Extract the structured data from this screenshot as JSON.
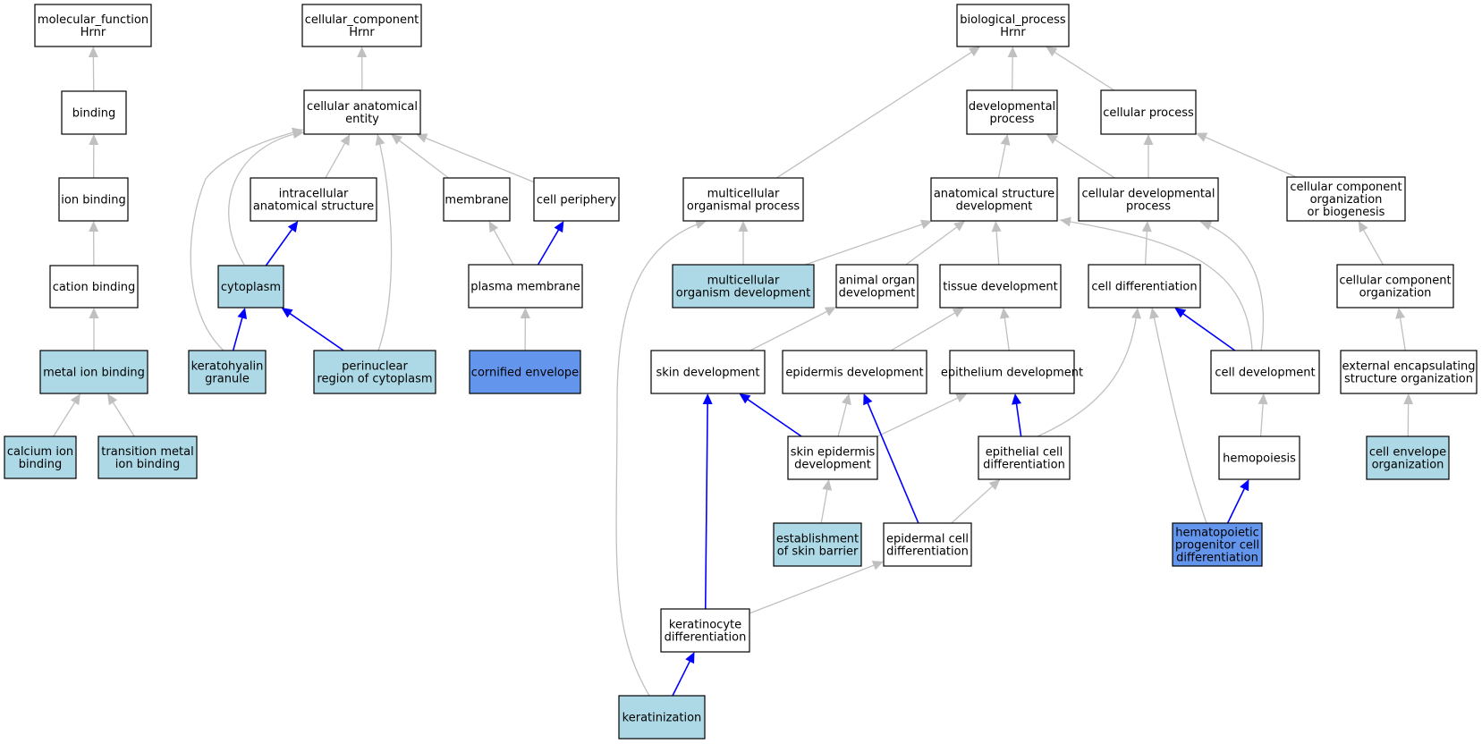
{
  "colors": {
    "plain": "#ffffff",
    "light": "#add8e6",
    "highlight": "#6495ed",
    "edge_gray": "#c0c0c0",
    "edge_blue": "#0000ff"
  },
  "nodes": [
    {
      "id": "mf",
      "lines": [
        "molecular_function",
        "Hrnr"
      ],
      "fill": "plain"
    },
    {
      "id": "binding",
      "lines": [
        "binding"
      ],
      "fill": "plain"
    },
    {
      "id": "ion_binding",
      "lines": [
        "ion binding"
      ],
      "fill": "plain"
    },
    {
      "id": "cation_binding",
      "lines": [
        "cation binding"
      ],
      "fill": "plain"
    },
    {
      "id": "metal_ion_binding",
      "lines": [
        "metal ion binding"
      ],
      "fill": "light"
    },
    {
      "id": "calcium_ion_binding",
      "lines": [
        "calcium ion",
        "binding"
      ],
      "fill": "light"
    },
    {
      "id": "transition_metal",
      "lines": [
        "transition metal",
        "ion binding"
      ],
      "fill": "light"
    },
    {
      "id": "cc",
      "lines": [
        "cellular_component",
        "Hrnr"
      ],
      "fill": "plain"
    },
    {
      "id": "cae",
      "lines": [
        "cellular anatomical",
        "entity"
      ],
      "fill": "plain"
    },
    {
      "id": "ias",
      "lines": [
        "intracellular",
        "anatomical structure"
      ],
      "fill": "plain"
    },
    {
      "id": "membrane",
      "lines": [
        "membrane"
      ],
      "fill": "plain"
    },
    {
      "id": "cell_periphery",
      "lines": [
        "cell periphery"
      ],
      "fill": "plain"
    },
    {
      "id": "cytoplasm",
      "lines": [
        "cytoplasm"
      ],
      "fill": "light"
    },
    {
      "id": "plasma_membrane",
      "lines": [
        "plasma membrane"
      ],
      "fill": "plain"
    },
    {
      "id": "keratohyalin",
      "lines": [
        "keratohyalin",
        "granule"
      ],
      "fill": "light"
    },
    {
      "id": "perinuclear",
      "lines": [
        "perinuclear",
        "region of cytoplasm"
      ],
      "fill": "light"
    },
    {
      "id": "cornified",
      "lines": [
        "cornified envelope"
      ],
      "fill": "highlight"
    },
    {
      "id": "bp",
      "lines": [
        "biological_process",
        "Hrnr"
      ],
      "fill": "plain"
    },
    {
      "id": "dev_process",
      "lines": [
        "developmental",
        "process"
      ],
      "fill": "plain"
    },
    {
      "id": "cellular_process",
      "lines": [
        "cellular process"
      ],
      "fill": "plain"
    },
    {
      "id": "multi_process",
      "lines": [
        "multicellular",
        "organismal process"
      ],
      "fill": "plain"
    },
    {
      "id": "asd",
      "lines": [
        "anatomical structure",
        "development"
      ],
      "fill": "plain"
    },
    {
      "id": "cdp",
      "lines": [
        "cellular developmental",
        "process"
      ],
      "fill": "plain"
    },
    {
      "id": "ccob",
      "lines": [
        "cellular component",
        "organization",
        "or biogenesis"
      ],
      "fill": "plain"
    },
    {
      "id": "mod",
      "lines": [
        "multicellular",
        "organism development"
      ],
      "fill": "light"
    },
    {
      "id": "aod",
      "lines": [
        "animal organ",
        "development"
      ],
      "fill": "plain"
    },
    {
      "id": "tissue_dev",
      "lines": [
        "tissue development"
      ],
      "fill": "plain"
    },
    {
      "id": "cell_diff",
      "lines": [
        "cell differentiation"
      ],
      "fill": "plain"
    },
    {
      "id": "cco",
      "lines": [
        "cellular component",
        "organization"
      ],
      "fill": "plain"
    },
    {
      "id": "skin_dev",
      "lines": [
        "skin development"
      ],
      "fill": "plain"
    },
    {
      "id": "epidermis_dev",
      "lines": [
        "epidermis development"
      ],
      "fill": "plain"
    },
    {
      "id": "epithelium_dev",
      "lines": [
        "epithelium development"
      ],
      "fill": "plain"
    },
    {
      "id": "cell_dev",
      "lines": [
        "cell development"
      ],
      "fill": "plain"
    },
    {
      "id": "eeso",
      "lines": [
        "external encapsulating",
        "structure organization"
      ],
      "fill": "plain"
    },
    {
      "id": "skin_epi_dev",
      "lines": [
        "skin epidermis",
        "development"
      ],
      "fill": "plain"
    },
    {
      "id": "epi_cell_diff",
      "lines": [
        "epithelial cell",
        "differentiation"
      ],
      "fill": "plain"
    },
    {
      "id": "hemopoiesis",
      "lines": [
        "hemopoiesis"
      ],
      "fill": "plain"
    },
    {
      "id": "ceo",
      "lines": [
        "cell envelope",
        "organization"
      ],
      "fill": "light"
    },
    {
      "id": "skin_barrier",
      "lines": [
        "establishment",
        "of skin barrier"
      ],
      "fill": "light"
    },
    {
      "id": "epid_cell_diff",
      "lines": [
        "epidermal cell",
        "differentiation"
      ],
      "fill": "plain"
    },
    {
      "id": "hpcd",
      "lines": [
        "hematopoietic",
        "progenitor cell",
        "differentiation"
      ],
      "fill": "highlight"
    },
    {
      "id": "kerat_diff",
      "lines": [
        "keratinocyte",
        "differentiation"
      ],
      "fill": "plain"
    },
    {
      "id": "keratinization",
      "lines": [
        "keratinization"
      ],
      "fill": "light"
    }
  ],
  "edges": [
    {
      "from": "binding",
      "to": "mf",
      "color": "gray"
    },
    {
      "from": "ion_binding",
      "to": "binding",
      "color": "gray"
    },
    {
      "from": "cation_binding",
      "to": "ion_binding",
      "color": "gray"
    },
    {
      "from": "metal_ion_binding",
      "to": "cation_binding",
      "color": "gray"
    },
    {
      "from": "calcium_ion_binding",
      "to": "metal_ion_binding",
      "color": "gray"
    },
    {
      "from": "transition_metal",
      "to": "metal_ion_binding",
      "color": "gray"
    },
    {
      "from": "cae",
      "to": "cc",
      "color": "gray"
    },
    {
      "from": "ias",
      "to": "cae",
      "color": "gray"
    },
    {
      "from": "membrane",
      "to": "cae",
      "color": "gray"
    },
    {
      "from": "cell_periphery",
      "to": "cae",
      "color": "gray"
    },
    {
      "from": "cytoplasm",
      "to": "cae",
      "color": "gray"
    },
    {
      "from": "cytoplasm",
      "to": "ias",
      "color": "blue"
    },
    {
      "from": "plasma_membrane",
      "to": "membrane",
      "color": "gray"
    },
    {
      "from": "plasma_membrane",
      "to": "cell_periphery",
      "color": "blue"
    },
    {
      "from": "keratohyalin",
      "to": "cae",
      "color": "gray"
    },
    {
      "from": "keratohyalin",
      "to": "cytoplasm",
      "color": "blue"
    },
    {
      "from": "perinuclear",
      "to": "cae",
      "color": "gray"
    },
    {
      "from": "perinuclear",
      "to": "cytoplasm",
      "color": "blue"
    },
    {
      "from": "cornified",
      "to": "plasma_membrane",
      "color": "gray"
    },
    {
      "from": "dev_process",
      "to": "bp",
      "color": "gray"
    },
    {
      "from": "cellular_process",
      "to": "bp",
      "color": "gray"
    },
    {
      "from": "multi_process",
      "to": "bp",
      "color": "gray"
    },
    {
      "from": "asd",
      "to": "dev_process",
      "color": "gray"
    },
    {
      "from": "cdp",
      "to": "dev_process",
      "color": "gray"
    },
    {
      "from": "cdp",
      "to": "cellular_process",
      "color": "gray"
    },
    {
      "from": "ccob",
      "to": "cellular_process",
      "color": "gray"
    },
    {
      "from": "mod",
      "to": "multi_process",
      "color": "gray"
    },
    {
      "from": "mod",
      "to": "asd",
      "color": "gray"
    },
    {
      "from": "aod",
      "to": "asd",
      "color": "gray"
    },
    {
      "from": "tissue_dev",
      "to": "asd",
      "color": "gray"
    },
    {
      "from": "cell_diff",
      "to": "cdp",
      "color": "gray"
    },
    {
      "from": "cco",
      "to": "ccob",
      "color": "gray"
    },
    {
      "from": "cell_dev",
      "to": "asd",
      "color": "gray"
    },
    {
      "from": "cell_dev",
      "to": "cdp",
      "color": "gray"
    },
    {
      "from": "cell_dev",
      "to": "cell_diff",
      "color": "blue"
    },
    {
      "from": "skin_dev",
      "to": "aod",
      "color": "gray"
    },
    {
      "from": "epidermis_dev",
      "to": "tissue_dev",
      "color": "gray"
    },
    {
      "from": "epithelium_dev",
      "to": "tissue_dev",
      "color": "gray"
    },
    {
      "from": "eeso",
      "to": "cco",
      "color": "gray"
    },
    {
      "from": "skin_epi_dev",
      "to": "skin_dev",
      "color": "blue"
    },
    {
      "from": "skin_epi_dev",
      "to": "epidermis_dev",
      "color": "gray"
    },
    {
      "from": "skin_epi_dev",
      "to": "epithelium_dev",
      "color": "gray"
    },
    {
      "from": "epi_cell_diff",
      "to": "epithelium_dev",
      "color": "blue"
    },
    {
      "from": "epi_cell_diff",
      "to": "cell_diff",
      "color": "gray"
    },
    {
      "from": "hemopoiesis",
      "to": "cell_dev",
      "color": "gray"
    },
    {
      "from": "ceo",
      "to": "eeso",
      "color": "gray"
    },
    {
      "from": "skin_barrier",
      "to": "skin_epi_dev",
      "color": "gray"
    },
    {
      "from": "epid_cell_diff",
      "to": "epidermis_dev",
      "color": "blue"
    },
    {
      "from": "epid_cell_diff",
      "to": "epi_cell_diff",
      "color": "gray"
    },
    {
      "from": "hpcd",
      "to": "hemopoiesis",
      "color": "blue"
    },
    {
      "from": "hpcd",
      "to": "cell_diff",
      "color": "gray"
    },
    {
      "from": "kerat_diff",
      "to": "skin_dev",
      "color": "blue"
    },
    {
      "from": "kerat_diff",
      "to": "epid_cell_diff",
      "color": "gray"
    },
    {
      "from": "keratinization",
      "to": "kerat_diff",
      "color": "blue"
    },
    {
      "from": "keratinization",
      "to": "multi_process",
      "color": "gray"
    }
  ]
}
